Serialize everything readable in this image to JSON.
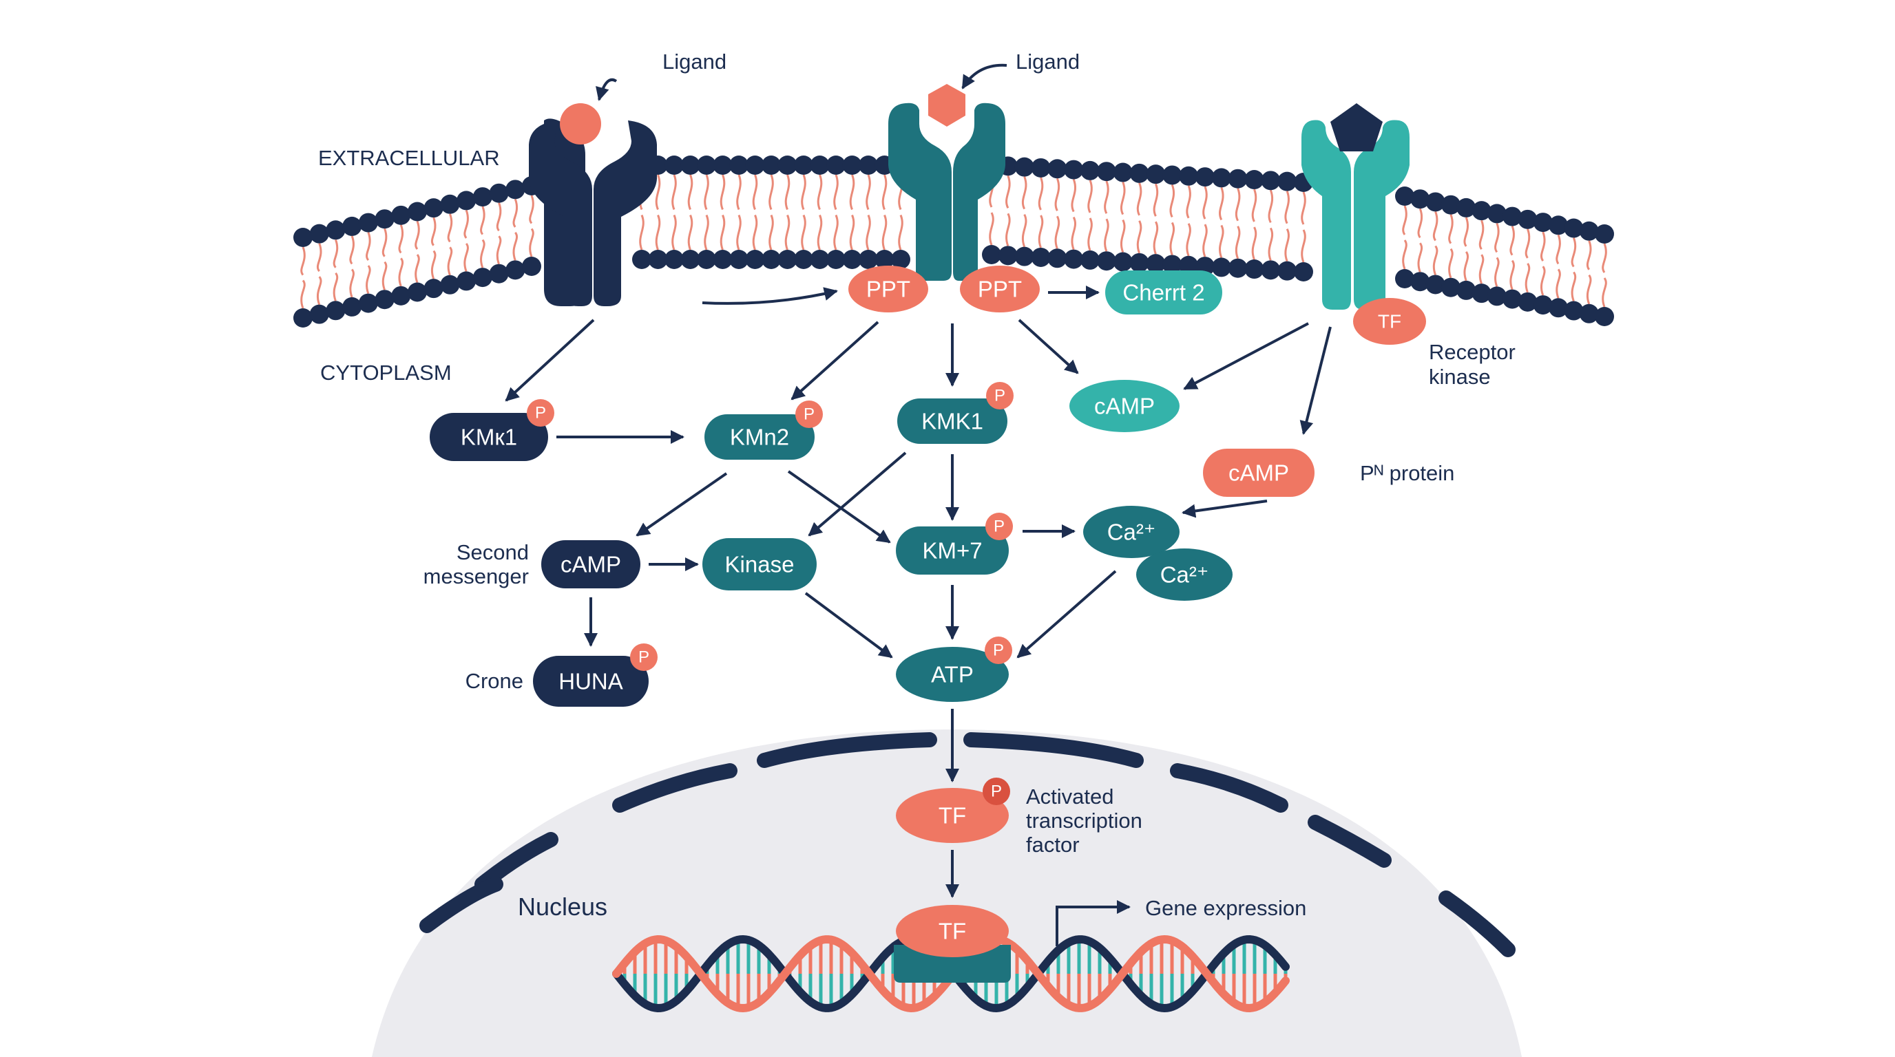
{
  "colors": {
    "navy": "#1c2d4f",
    "dark_teal": "#1e737d",
    "teal": "#34b3aa",
    "coral": "#ef7763",
    "lipid_tail": "#e98a78",
    "nucleus_fill": "#ebebef",
    "background": "#ffffff"
  },
  "labels": {
    "extracellular": "EXTRACELLULAR",
    "cytoplasm": "CYTOPLASM",
    "ligand_1": "Ligand",
    "ligand_2": "Ligand",
    "receptor_kinase": [
      "Receptor",
      "kinase"
    ],
    "pn_protein": "Pᴺ protein",
    "second_messenger": [
      "Second",
      "messenger"
    ],
    "crone": "Crone",
    "activated_tf": [
      "Activated",
      "transcription",
      "factor"
    ],
    "nucleus": "Nucleus",
    "gene_expression": "Gene expression"
  },
  "nodes": {
    "ppt_left": "PPT",
    "ppt_right": "PPT",
    "cherrt2": "Cherrt 2",
    "tf_receptor": "TF",
    "camp_upper": "cAMP",
    "camp_right": "cAMP",
    "kmk1_left": "KMк1",
    "kmn2": "KMn2",
    "kmk1_center": "KMK1",
    "camp_second": "cAMP",
    "kinase": "Kinase",
    "km7": "KM+7",
    "ca_top": "Ca²⁺",
    "ca_bottom": "Ca²⁺",
    "huna": "HUNA",
    "atp": "ATP",
    "tf_activated": "TF",
    "tf_dna": "TF"
  },
  "phospho_label": "P",
  "icons": [
    "ligand-circle-icon",
    "ligand-hexagon-icon",
    "ligand-pentagon-icon",
    "phosphate-icon",
    "dna-helix-icon"
  ]
}
